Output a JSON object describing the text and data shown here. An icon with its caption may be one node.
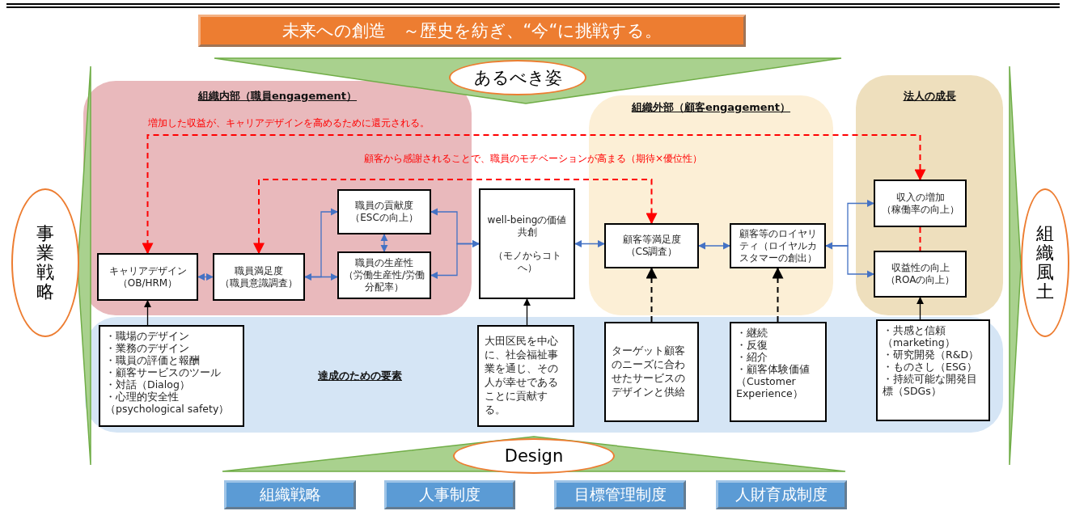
{
  "diagram": {
    "title": "未来への創造　～歴史を紡ぎ、“今“に挑戦する。",
    "nodes": [
      {
        "text": [
          "組織内部（職員engagement）"
        ]
      },
      {
        "text": [
          "キャリアデザイン",
          "（OB/HRM）"
        ],
        "in": 0
      },
      {
        "text": [
          "職員満足度",
          "（職員意識調査）"
        ],
        "in": 0
      },
      {
        "text": [
          "職員の貢献度",
          "（ESCの向上）"
        ],
        "in": 0
      },
      {
        "text": [
          "職員の生産性",
          "（労働生産性/労働分配率）"
        ],
        "in": 0
      },
      {
        "text": [
          "well-beingの価値共創",
          "（モノからコトへ）"
        ]
      },
      {
        "text": [
          "組織外部（顧客engagement）"
        ]
      },
      {
        "text": [
          "顧客等満足度",
          "（CS調査）"
        ],
        "in": 6
      },
      {
        "text": [
          "顧客等のロイヤリティ（ロイヤルカスタマーの創出）"
        ],
        "in": 6
      },
      {
        "text": [
          "法人の成長"
        ]
      },
      {
        "text": [
          "収入の増加",
          "（稼働率の向上）"
        ],
        "in": 9
      },
      {
        "text": [
          "収益性の向上",
          "（ROAの向上）"
        ],
        "in": 9
      },
      {
        "text": [
          "達成のための要素"
        ]
      },
      {
        "text": [
          "・職場のデザイン",
          "・業務のデザイン",
          "・職員の評価と報酬",
          "・顧客サービスのツール",
          "・対話（Dialog）",
          "・心理的安全性（psychological safety）"
        ],
        "in": 12
      },
      {
        "text": [
          "大田区民を中心に、社会福祉事業を通じ、その人が幸せであることに貢献する。"
        ],
        "in": 12
      },
      {
        "text": [
          "ターゲット顧客のニーズに合わせたサービスのデザインと供給"
        ],
        "in": 12
      },
      {
        "text": [
          "・継続",
          "・反復",
          "・紹介",
          "・顧客体験価値（Customer Experience）"
        ],
        "in": 12
      },
      {
        "text": [
          "・共感と信頼（marketing）",
          "・研究開発（R&D）",
          "・ものさし（ESG）",
          "・持続可能な開発目標（SDGs）"
        ],
        "in": 12
      },
      {
        "text": [
          "あるべき姿"
        ]
      },
      {
        "text": [
          "Design"
        ]
      },
      {
        "text": [
          "事業戦略"
        ]
      },
      {
        "text": [
          "組織風土"
        ]
      },
      {
        "text": [
          "組織戦略"
        ]
      },
      {
        "text": [
          "人事制度"
        ]
      },
      {
        "text": [
          "目標管理制度"
        ]
      },
      {
        "text": [
          "人財育成制度"
        ]
      }
    ],
    "edges": [
      {
        "from": 10,
        "to": 1,
        "arrow": "both",
        "label": "増加した収益が、キャリアデザインを高めるために還元される。",
        "style": "dashed",
        "color": "#ff0000"
      },
      {
        "from": 2,
        "to": 7,
        "arrow": "both",
        "label": "顧客から感謝されることで、職員のモチベーションが高まる（期待×優位性）",
        "style": "dashed",
        "color": "#ff0000"
      },
      {
        "from": 1,
        "to": 2,
        "arrow": "both"
      },
      {
        "from": 2,
        "to": 3,
        "arrow": "both"
      },
      {
        "from": 2,
        "to": 4,
        "arrow": "to"
      },
      {
        "from": 3,
        "to": 4,
        "arrow": "both"
      },
      {
        "from": 5,
        "to": 3,
        "arrow": "both"
      },
      {
        "from": 5,
        "to": 4,
        "arrow": "both"
      },
      {
        "from": 5,
        "to": 7,
        "arrow": "both"
      },
      {
        "from": 7,
        "to": 8,
        "arrow": "both"
      },
      {
        "from": 8,
        "to": 10,
        "arrow": "both"
      },
      {
        "from": 8,
        "to": 11,
        "arrow": "to"
      },
      {
        "from": 10,
        "to": 11,
        "arrow": "none",
        "style": "dashed",
        "color": "#ff0000"
      },
      {
        "from": 13,
        "to": 1,
        "arrow": "to",
        "color": "#000000"
      },
      {
        "from": 14,
        "to": 5,
        "arrow": "to",
        "color": "#000000"
      },
      {
        "from": 15,
        "to": 7,
        "arrow": "to",
        "style": "dashed",
        "color": "#000000"
      },
      {
        "from": 16,
        "to": 8,
        "arrow": "to",
        "style": "dashed",
        "color": "#000000"
      },
      {
        "from": 17,
        "to": 11,
        "arrow": "to",
        "color": "#000000"
      }
    ]
  }
}
